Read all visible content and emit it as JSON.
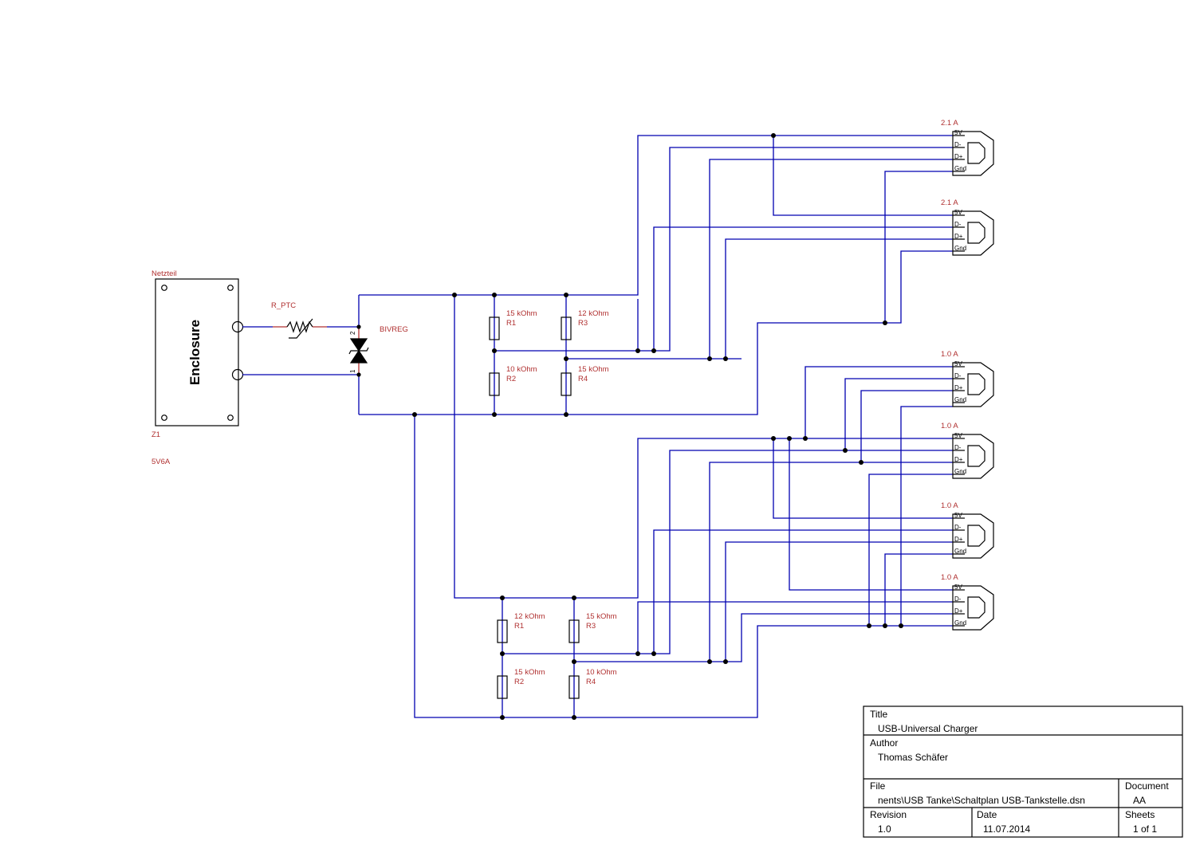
{
  "power_supply": {
    "header": "Netzteil",
    "body": "Enclosure",
    "ref": "Z1",
    "value": "5V6A"
  },
  "ptc": {
    "label": "R_PTC"
  },
  "regulator": {
    "label": "BIVREG",
    "pin_top": "2",
    "pin_bottom": "1"
  },
  "divider_top": [
    {
      "value": "15 kOhm",
      "ref": "R1"
    },
    {
      "value": "12 kOhm",
      "ref": "R3"
    },
    {
      "value": "10 kOhm",
      "ref": "R2"
    },
    {
      "value": "15 kOhm",
      "ref": "R4"
    }
  ],
  "divider_bottom": [
    {
      "value": "12 kOhm",
      "ref": "R1"
    },
    {
      "value": "15 kOhm",
      "ref": "R3"
    },
    {
      "value": "15 kOhm",
      "ref": "R2"
    },
    {
      "value": "10 kOhm",
      "ref": "R4"
    }
  ],
  "usb_ports": [
    {
      "rating": "2.1 A",
      "pins": [
        "5V",
        "D-",
        "D+",
        "Gnd"
      ]
    },
    {
      "rating": "2.1 A",
      "pins": [
        "5V",
        "D-",
        "D+",
        "Gnd"
      ]
    },
    {
      "rating": "1.0 A",
      "pins": [
        "5V",
        "D-",
        "D+",
        "Gnd"
      ]
    },
    {
      "rating": "1.0 A",
      "pins": [
        "5V",
        "D-",
        "D+",
        "Gnd"
      ]
    },
    {
      "rating": "1.0 A",
      "pins": [
        "5V",
        "D-",
        "D+",
        "Gnd"
      ]
    },
    {
      "rating": "1.0 A",
      "pins": [
        "5V",
        "D-",
        "D+",
        "Gnd"
      ]
    }
  ],
  "title_block": {
    "title_label": "Title",
    "title": "USB-Universal Charger",
    "author_label": "Author",
    "author": "Thomas Schäfer",
    "file_label": "File",
    "file": "nents\\USB Tanke\\Schaltplan USB-Tankstelle.dsn",
    "document_label": "Document",
    "document": "AA",
    "revision_label": "Revision",
    "revision": "1.0",
    "date_label": "Date",
    "date": "11.07.2014",
    "sheets_label": "Sheets",
    "sheets": "1 of 1"
  },
  "colors": {
    "wire": "#0000b0",
    "label": "#b03030",
    "outline": "#000000"
  }
}
